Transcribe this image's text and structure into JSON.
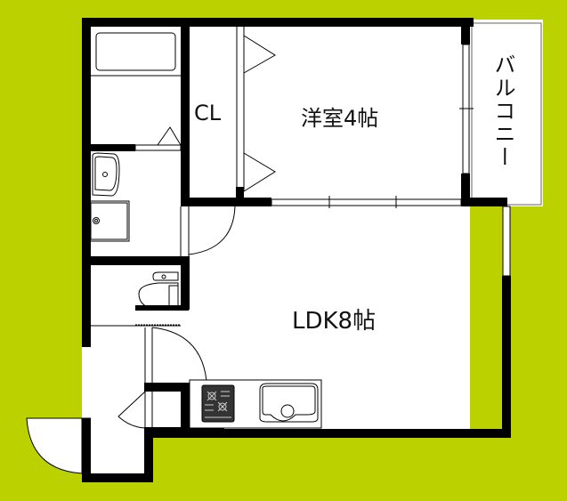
{
  "floorplan": {
    "background_color": "#bcd200",
    "wall_color": "#000000",
    "floor_color": "#ffffff",
    "rooms": [
      {
        "id": "western-room",
        "label": "洋室4帖",
        "type": "bedroom",
        "size_jo": 4
      },
      {
        "id": "ldk",
        "label": "LDK8帖",
        "type": "living-dining-kitchen",
        "size_jo": 8
      },
      {
        "id": "closet",
        "label": "CL",
        "type": "closet"
      },
      {
        "id": "balcony",
        "label": "バルコニー",
        "type": "balcony"
      }
    ],
    "fixtures": [
      {
        "id": "bathtub",
        "label": "bathtub"
      },
      {
        "id": "washbasin",
        "label": "washbasin"
      },
      {
        "id": "washing-machine",
        "label": "washing machine pan"
      },
      {
        "id": "toilet",
        "label": "toilet"
      },
      {
        "id": "gas-stove",
        "label": "2-burner stove"
      },
      {
        "id": "kitchen-sink",
        "label": "kitchen sink"
      }
    ]
  }
}
